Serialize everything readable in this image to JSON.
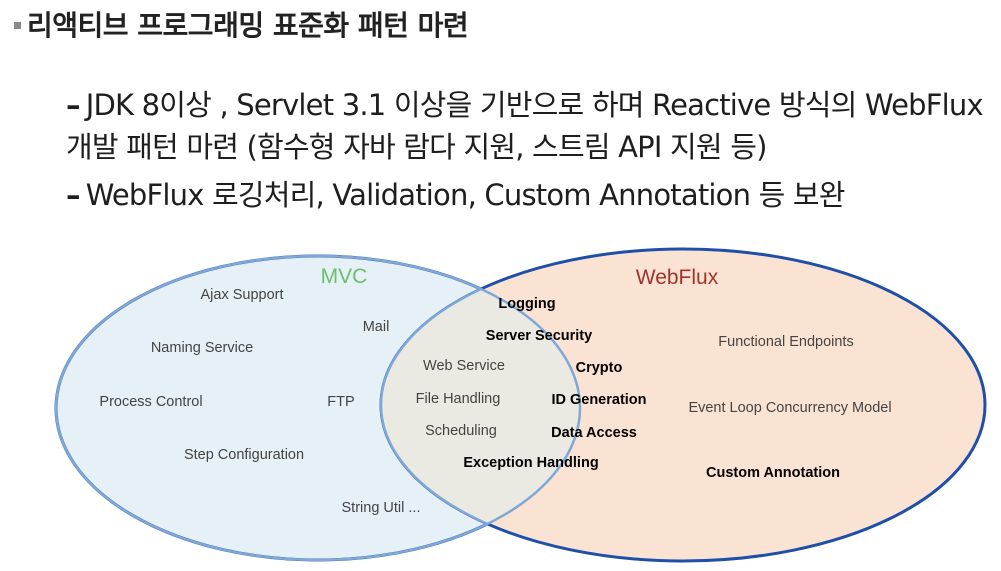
{
  "title": "리액티브 프로그래밍 표준화 패턴 마련",
  "bullets": {
    "dash": "–",
    "line1": "JDK 8이상 , Servlet 3.1 이상을 기반으로 하며 Reactive 방식의 WebFlux",
    "line1_cont": "개발 패턴 마련 (함수형 자바 람다 지원, 스트림 API 지원 등)",
    "line2": "WebFlux 로깅처리, Validation, Custom Annotation 등 보완"
  },
  "colors": {
    "circle_stroke": "#1f4fa8",
    "mvc_fill": "#e6f0f7",
    "webflux_fill": "#fbe3d4",
    "overlap_fill": "#eae9e2",
    "overlap_stroke": "#7fa8d8",
    "mvc_label": "#6abf6a",
    "webflux_label": "#a0342c"
  },
  "venn": {
    "mvc_label": "MVC",
    "webflux_label": "WebFlux",
    "mvc_only": {
      "ajax": "Ajax Support",
      "mail": "Mail",
      "naming": "Naming Service",
      "process": "Process Control",
      "ftp": "FTP",
      "step": "Step Configuration",
      "string": "String Util ..."
    },
    "shared": {
      "logging": "Logging",
      "security": "Server Security",
      "webservice": "Web Service",
      "crypto": "Crypto",
      "filehandling": "File Handling",
      "idgen": "ID Generation",
      "scheduling": "Scheduling",
      "dataaccess": "Data Access",
      "exception": "Exception Handling"
    },
    "webflux_only": {
      "functional": "Functional Endpoints",
      "eventloop": "Event Loop Concurrency Model",
      "annotation": "Custom Annotation"
    }
  }
}
